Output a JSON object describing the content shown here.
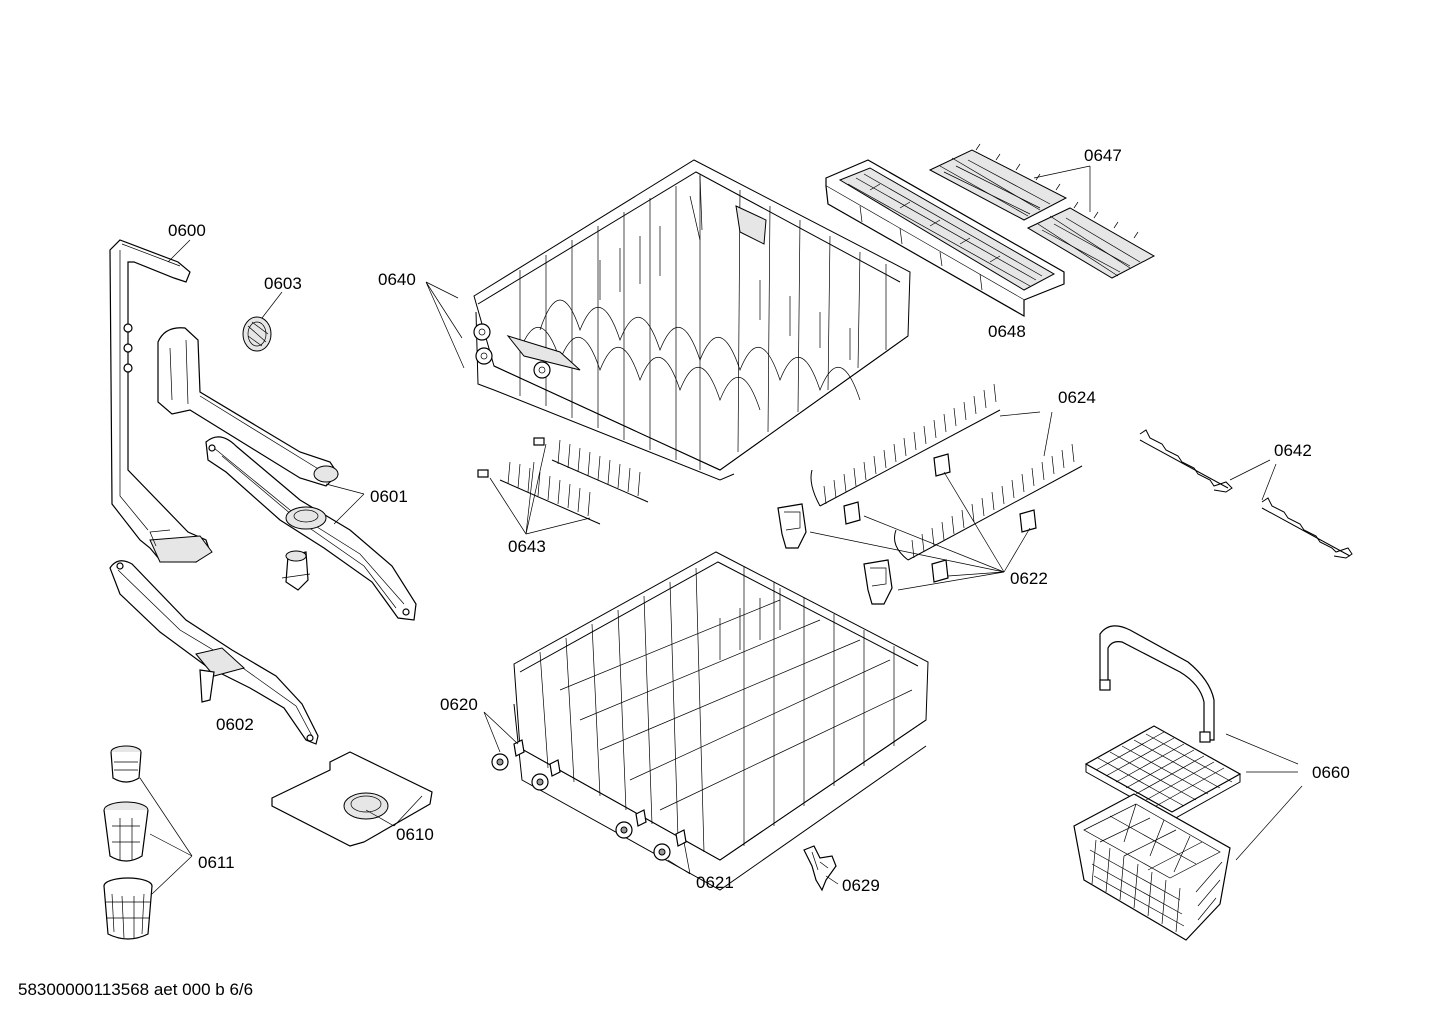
{
  "labels": {
    "p0600": "0600",
    "p0601": "0601",
    "p0602": "0602",
    "p0603": "0603",
    "p0610": "0610",
    "p0611": "0611",
    "p0620": "0620",
    "p0621": "0621",
    "p0622": "0622",
    "p0624": "0624",
    "p0629": "0629",
    "p0640": "0640",
    "p0642": "0642",
    "p0643": "0643",
    "p0647": "0647",
    "p0648": "0648",
    "p0660": "0660"
  },
  "footer": "58300000113568 aet 000 b 6/6"
}
